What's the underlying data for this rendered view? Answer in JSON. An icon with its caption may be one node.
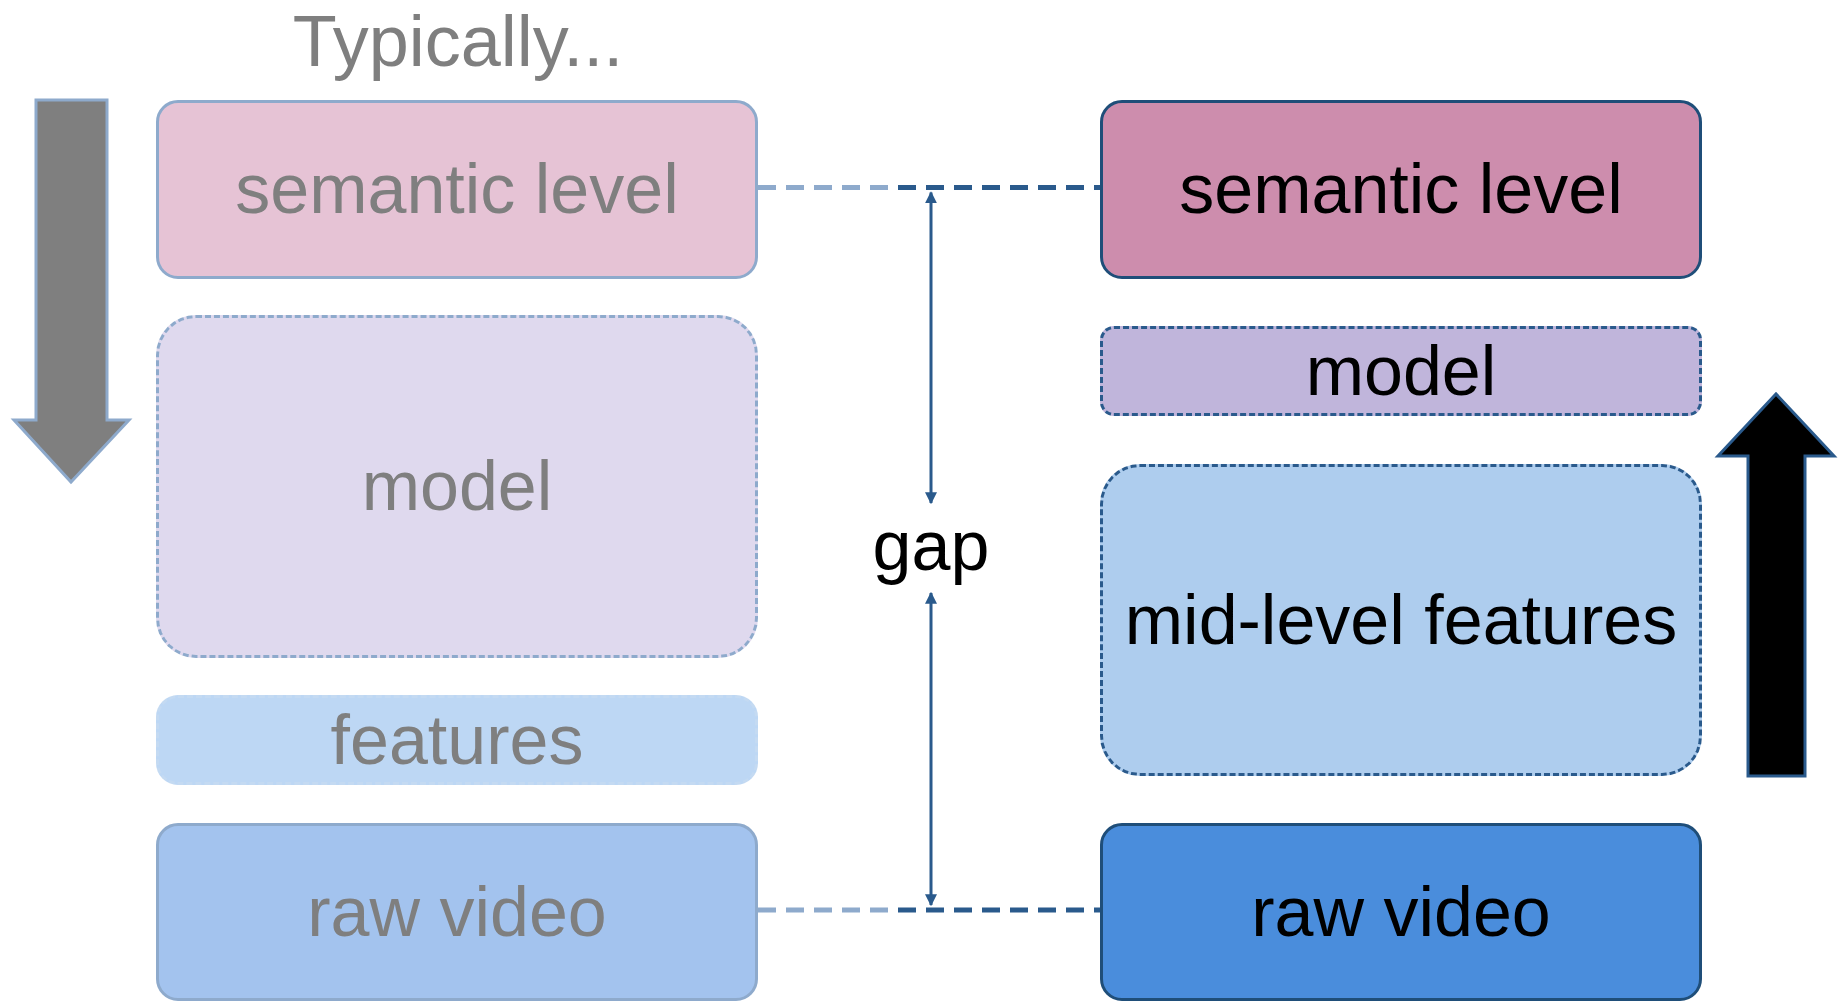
{
  "diagram": {
    "nodes": [
      {
        "text": [
          "semantic level"
        ]
      },
      {
        "text": [
          "model"
        ]
      },
      {
        "text": [
          "features"
        ]
      },
      {
        "text": [
          "raw video"
        ]
      },
      {
        "text": [
          "semantic level"
        ]
      },
      {
        "text": [
          "model"
        ]
      },
      {
        "text": [
          "mid-level features"
        ]
      },
      {
        "text": [
          "raw video"
        ]
      }
    ],
    "edges": [
      {
        "from": 0,
        "to": 4,
        "arrow": "none",
        "style": "dashed"
      },
      {
        "from": 3,
        "to": 7,
        "arrow": "none",
        "style": "dashed"
      }
    ],
    "labels": [
      "Typically...",
      "gap"
    ]
  }
}
